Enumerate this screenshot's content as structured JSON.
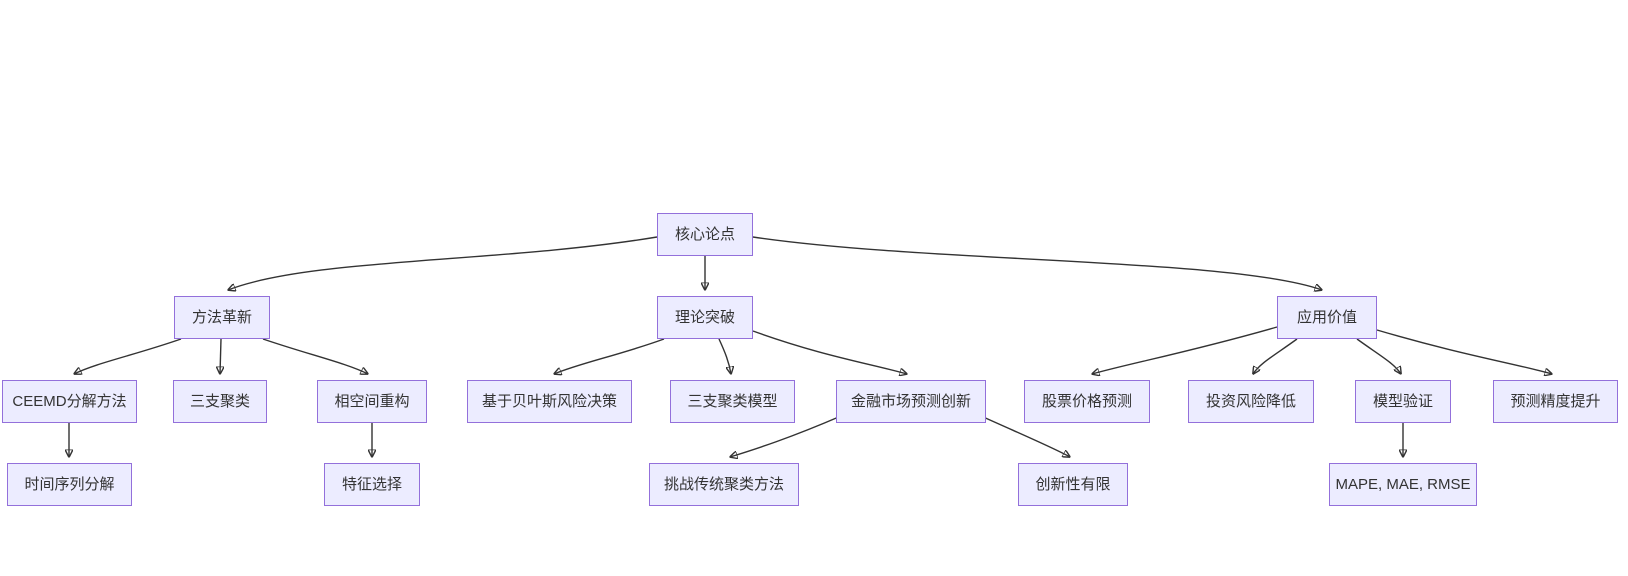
{
  "diagram": {
    "type": "flowchart",
    "direction": "top-down",
    "colors": {
      "background": "#ffffff",
      "node_fill": "#ECECFF",
      "node_border": "#9370DB",
      "edge": "#333333",
      "text": "#333333"
    },
    "nodes": {
      "core_thesis": {
        "label": "核心论点"
      },
      "method_innovation": {
        "label": "方法革新"
      },
      "theoretical_breakthrough": {
        "label": "理论突破"
      },
      "application_value": {
        "label": "应用价值"
      },
      "ceemd_decomposition": {
        "label": "CEEMD分解方法"
      },
      "three_way_clustering": {
        "label": "三支聚类"
      },
      "phase_space_reconstruction": {
        "label": "相空间重构"
      },
      "bayesian_risk_decision": {
        "label": "基于贝叶斯风险决策"
      },
      "three_way_clustering_model": {
        "label": "三支聚类模型"
      },
      "financial_market_forecast_innovation": {
        "label": "金融市场预测创新"
      },
      "stock_price_prediction": {
        "label": "股票价格预测"
      },
      "investment_risk_reduction": {
        "label": "投资风险降低"
      },
      "model_validation": {
        "label": "模型验证"
      },
      "forecast_accuracy_improvement": {
        "label": "预测精度提升"
      },
      "time_series_decomposition": {
        "label": "时间序列分解"
      },
      "feature_selection": {
        "label": "特征选择"
      },
      "challenge_traditional_clustering": {
        "label": "挑战传统聚类方法"
      },
      "limited_innovation": {
        "label": "创新性有限"
      },
      "error_metrics": {
        "label": "MAPE, MAE, RMSE"
      }
    },
    "edges": [
      {
        "from": "core_thesis",
        "to": "method_innovation"
      },
      {
        "from": "core_thesis",
        "to": "theoretical_breakthrough"
      },
      {
        "from": "core_thesis",
        "to": "application_value"
      },
      {
        "from": "method_innovation",
        "to": "ceemd_decomposition"
      },
      {
        "from": "method_innovation",
        "to": "three_way_clustering"
      },
      {
        "from": "method_innovation",
        "to": "phase_space_reconstruction"
      },
      {
        "from": "theoretical_breakthrough",
        "to": "bayesian_risk_decision"
      },
      {
        "from": "theoretical_breakthrough",
        "to": "three_way_clustering_model"
      },
      {
        "from": "theoretical_breakthrough",
        "to": "financial_market_forecast_innovation"
      },
      {
        "from": "application_value",
        "to": "stock_price_prediction"
      },
      {
        "from": "application_value",
        "to": "investment_risk_reduction"
      },
      {
        "from": "application_value",
        "to": "model_validation"
      },
      {
        "from": "application_value",
        "to": "forecast_accuracy_improvement"
      },
      {
        "from": "ceemd_decomposition",
        "to": "time_series_decomposition"
      },
      {
        "from": "phase_space_reconstruction",
        "to": "feature_selection"
      },
      {
        "from": "financial_market_forecast_innovation",
        "to": "challenge_traditional_clustering"
      },
      {
        "from": "financial_market_forecast_innovation",
        "to": "limited_innovation"
      },
      {
        "from": "model_validation",
        "to": "error_metrics"
      }
    ]
  }
}
